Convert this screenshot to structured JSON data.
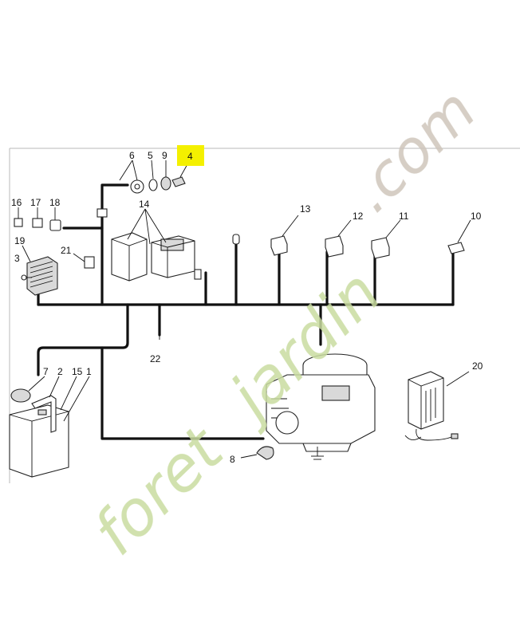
{
  "diagram": {
    "labels": {
      "p1": "1",
      "p2": "2",
      "p3": "3",
      "p4": "4",
      "p5": "5",
      "p6": "6",
      "p7": "7",
      "p8": "8",
      "p9": "9",
      "p10": "10",
      "p11": "11",
      "p12": "12",
      "p13": "13",
      "p14": "14",
      "p15": "15",
      "p16": "16",
      "p17": "17",
      "p18": "18",
      "p19": "19",
      "p20": "20",
      "p21": "21",
      "p22": "22"
    },
    "highlight_label": "p4",
    "highlight_color": "#f4f000",
    "harness_color": "#111111"
  },
  "watermark": {
    "brand_part1": "foret",
    "brand_part2": "jardin",
    "brand_suffix": ".com",
    "green": "#c9dca0",
    "taupe": "#cfc6bb"
  }
}
